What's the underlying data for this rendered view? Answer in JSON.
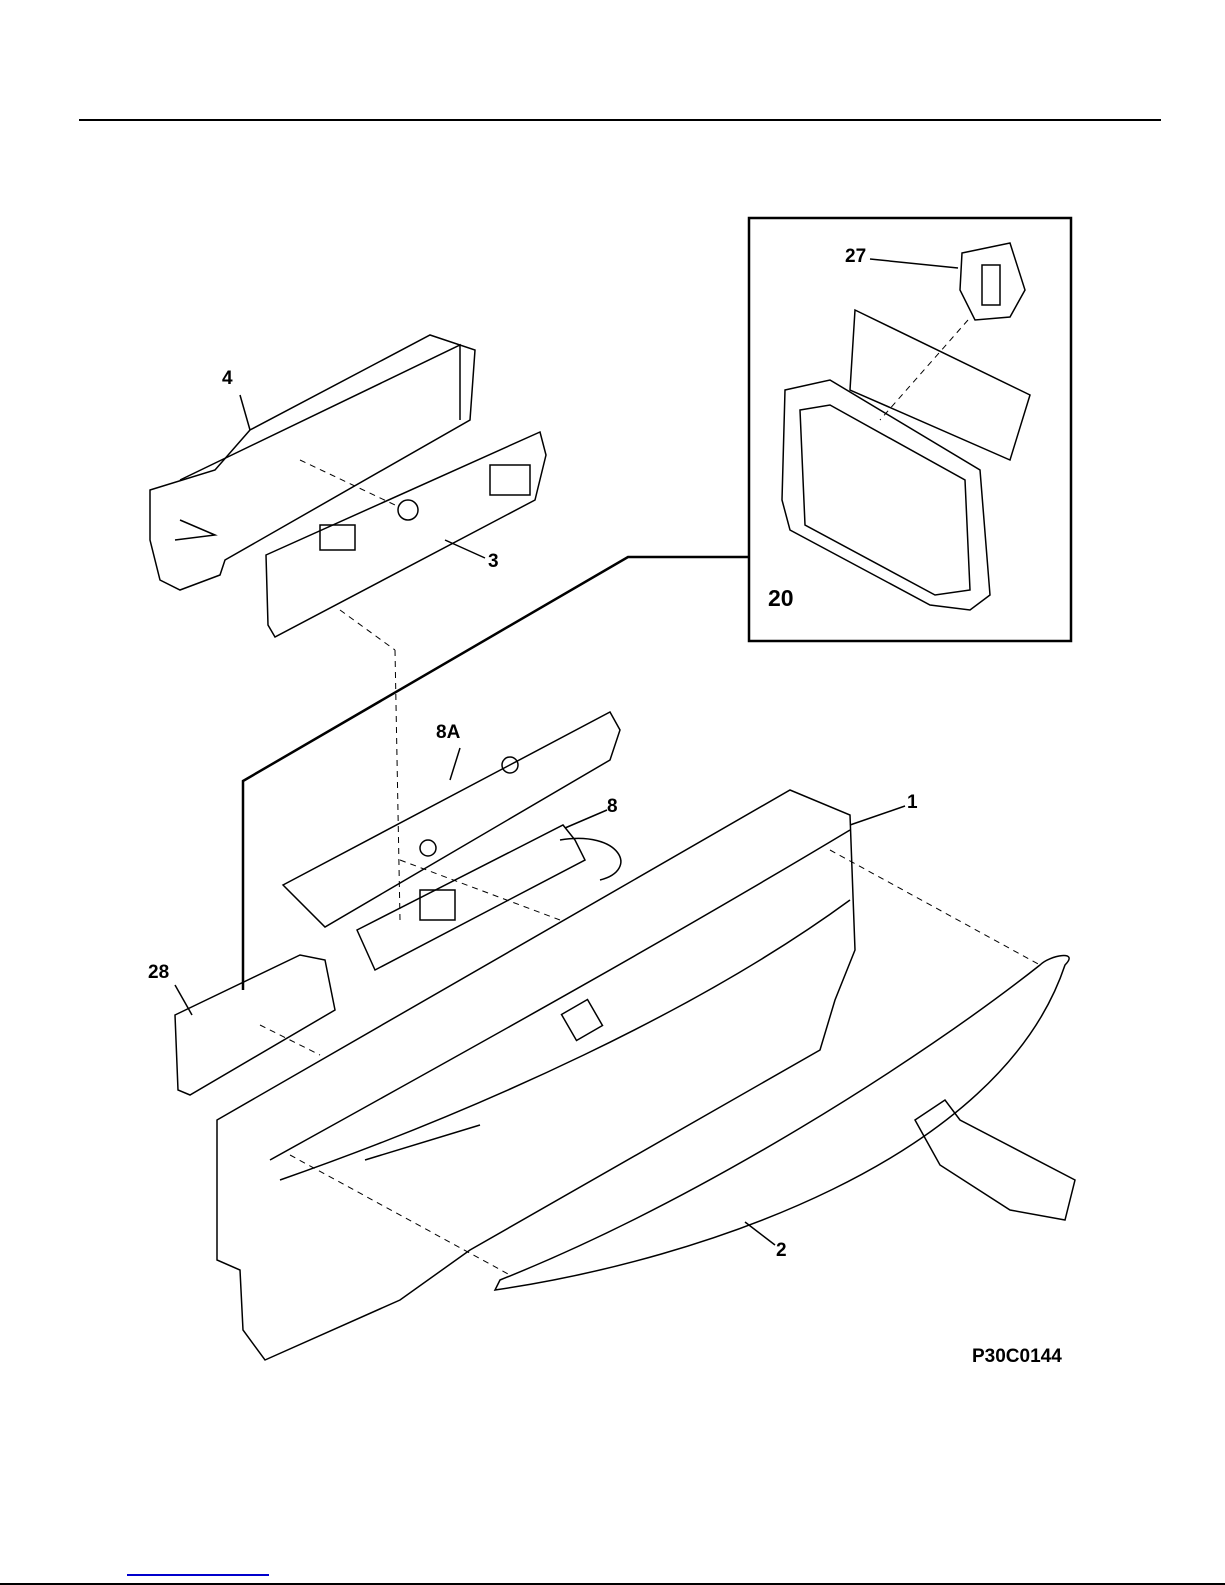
{
  "diagram": {
    "labels": {
      "p4": "4",
      "p3": "3",
      "p27": "27",
      "p20": "20",
      "p8a": "8A",
      "p8": "8",
      "p1": "1",
      "p28": "28",
      "p2": "2"
    },
    "figure_code": "P30C0144"
  }
}
